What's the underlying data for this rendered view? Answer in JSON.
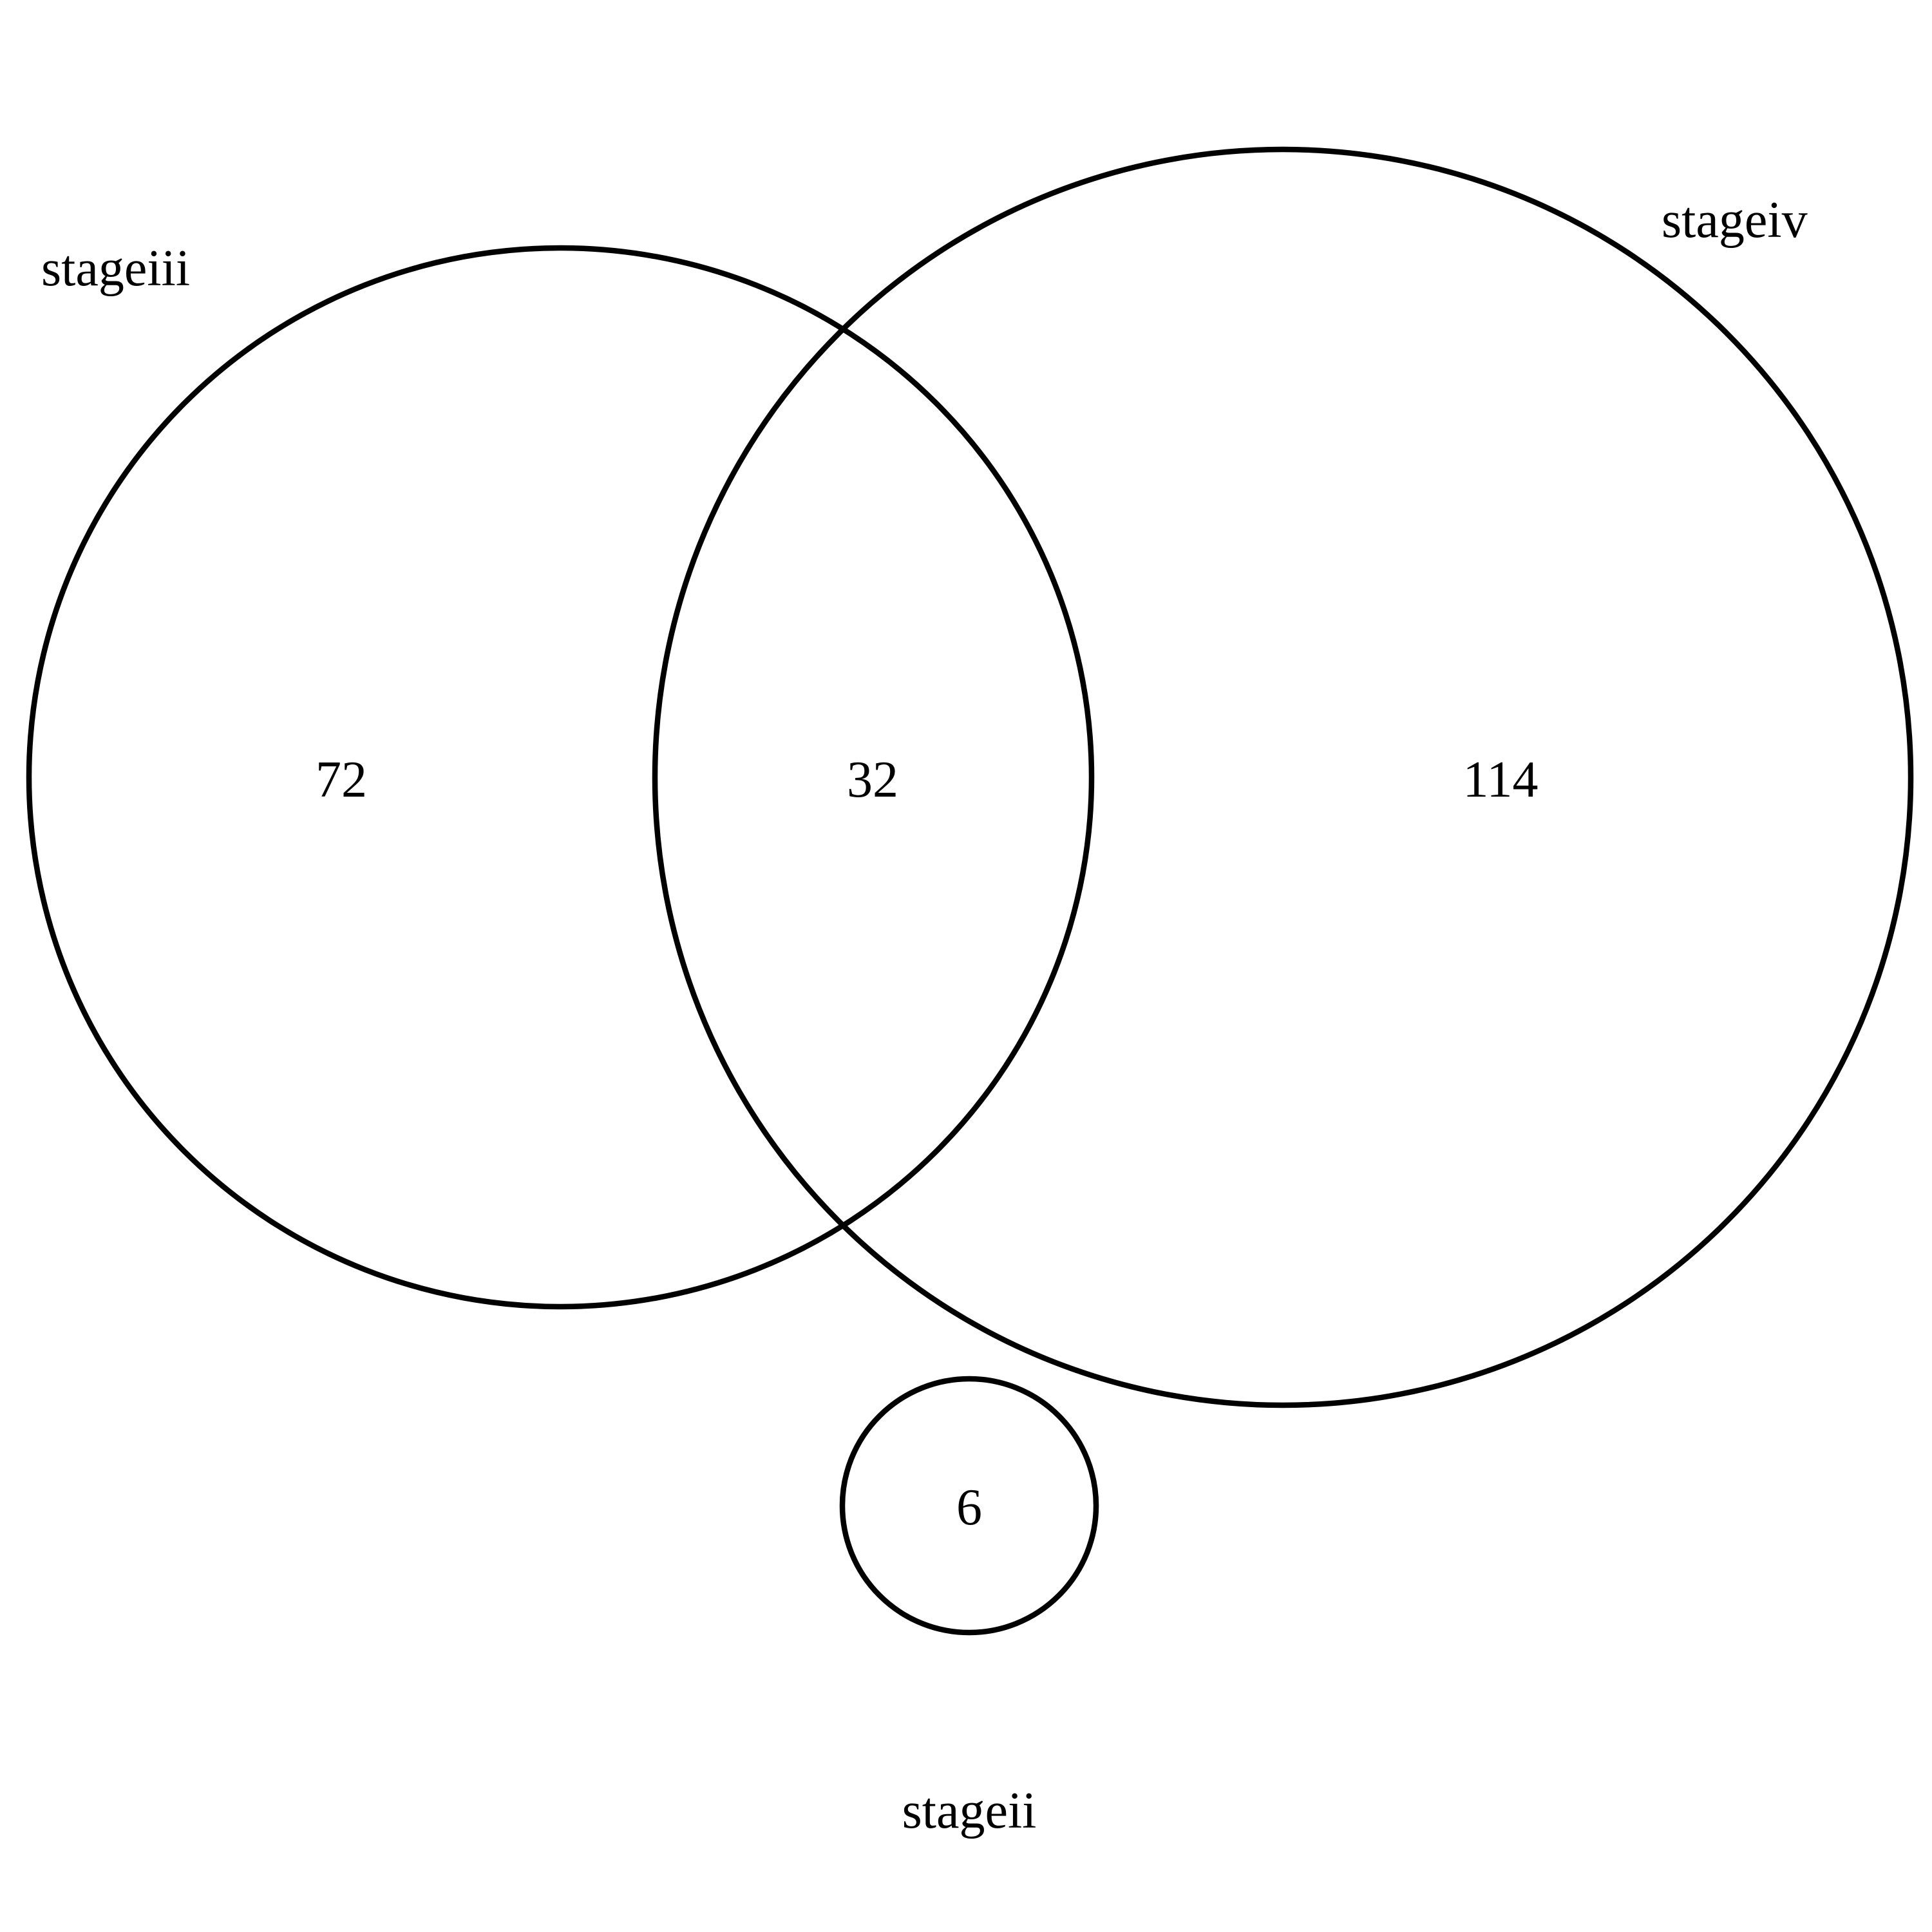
{
  "diagram": {
    "type": "venn",
    "sets": [
      {
        "id": "stageiii",
        "label": "stageiii"
      },
      {
        "id": "stageiv",
        "label": "stageiv"
      },
      {
        "id": "stageii",
        "label": "stageii"
      }
    ],
    "regions": [
      {
        "id": "stageiii_only",
        "sets": [
          "stageiii"
        ],
        "count": "72"
      },
      {
        "id": "stageiii_stageiv",
        "sets": [
          "stageiii",
          "stageiv"
        ],
        "count": "32"
      },
      {
        "id": "stageiv_only",
        "sets": [
          "stageiv"
        ],
        "count": "114"
      },
      {
        "id": "stageii_only",
        "sets": [
          "stageii"
        ],
        "count": "6"
      }
    ],
    "colors": {
      "stroke": "#000000",
      "background": "#ffffff"
    }
  }
}
